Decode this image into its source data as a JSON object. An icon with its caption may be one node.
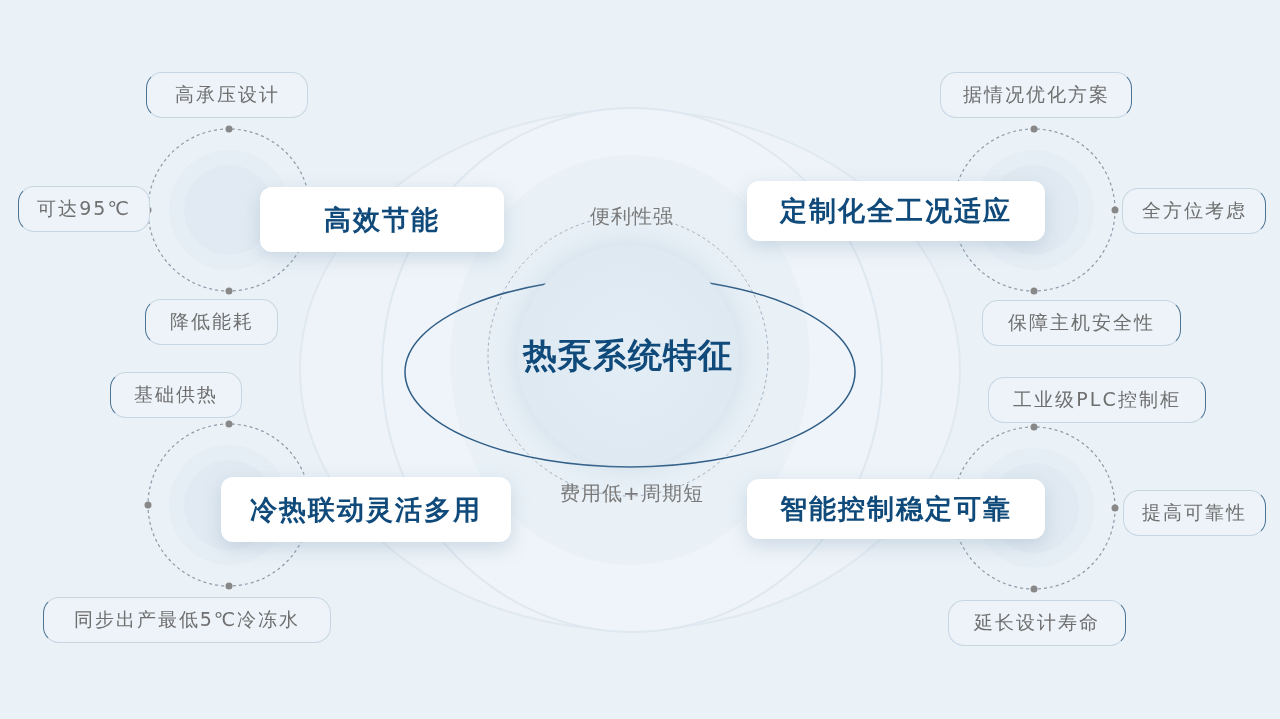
{
  "diagram": {
    "nodes": [
      {
        "text": [
          "热泵系统特征"
        ]
      },
      {
        "text": [
          "高效节能"
        ]
      },
      {
        "text": [
          "定制化全工况适应"
        ]
      },
      {
        "text": [
          "冷热联动灵活多用"
        ]
      },
      {
        "text": [
          "智能控制稳定可靠"
        ]
      },
      {
        "text": [
          "高承压设计"
        ]
      },
      {
        "text": [
          "可达95℃"
        ]
      },
      {
        "text": [
          "降低能耗"
        ]
      },
      {
        "text": [
          "基础供热"
        ]
      },
      {
        "text": [
          "同步出产最低5℃冷冻水"
        ]
      },
      {
        "text": [
          "据情况优化方案"
        ]
      },
      {
        "text": [
          "全方位考虑"
        ]
      },
      {
        "text": [
          "保障主机安全性"
        ]
      },
      {
        "text": [
          "工业级PLC控制柜"
        ]
      },
      {
        "text": [
          "提高可靠性"
        ]
      },
      {
        "text": [
          "延长设计寿命"
        ]
      }
    ],
    "labels": [
      "便利性强",
      "费用低+周期短"
    ]
  }
}
